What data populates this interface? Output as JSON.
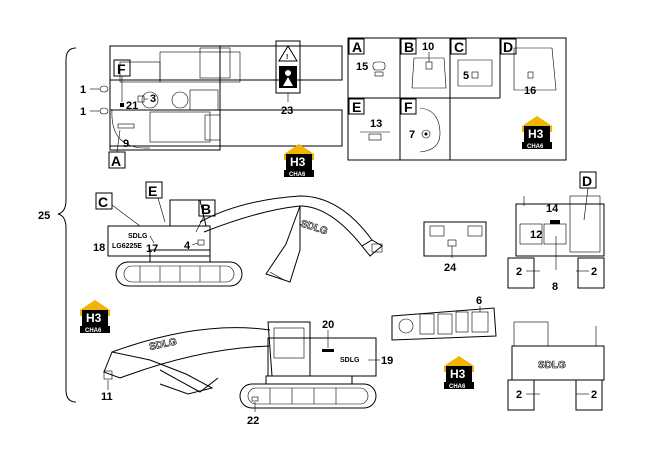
{
  "diagram": {
    "detail_boxes": [
      {
        "letter": "A",
        "callout": "15"
      },
      {
        "letter": "B",
        "callout": "10"
      },
      {
        "letter": "C",
        "callout": "5"
      },
      {
        "letter": "D",
        "callout": "16"
      },
      {
        "letter": "E",
        "callout": "13"
      },
      {
        "letter": "F",
        "callout": "7"
      }
    ],
    "top_view": {
      "callouts": [
        "1",
        "1",
        "21",
        "3",
        "9"
      ],
      "letters": [
        "F",
        "A"
      ]
    },
    "side_view": {
      "callouts": [
        "18",
        "17",
        "4"
      ],
      "letters": [
        "C",
        "E",
        "B"
      ],
      "model_label": "LG6225E",
      "brand": "SDLG"
    },
    "front_view": {
      "callouts": [
        "14",
        "12",
        "2",
        "2",
        "8"
      ],
      "letter": "D"
    },
    "rear_view": {
      "callouts": [
        "2",
        "2"
      ],
      "brand": "SDLG"
    },
    "left_view": {
      "callouts": [
        "20",
        "19",
        "11",
        "22"
      ],
      "brand": "SDLG"
    },
    "panels": {
      "panel_callout": "24",
      "control_callout": "6"
    },
    "warning_callout": "23",
    "bracket_callout": "25",
    "logos": [
      {
        "main": "H3",
        "sub": "CHA6"
      },
      {
        "main": "H3",
        "sub": "CHA6"
      },
      {
        "main": "H3",
        "sub": "CHA6"
      },
      {
        "main": "H3",
        "sub": "CHA6"
      }
    ]
  }
}
